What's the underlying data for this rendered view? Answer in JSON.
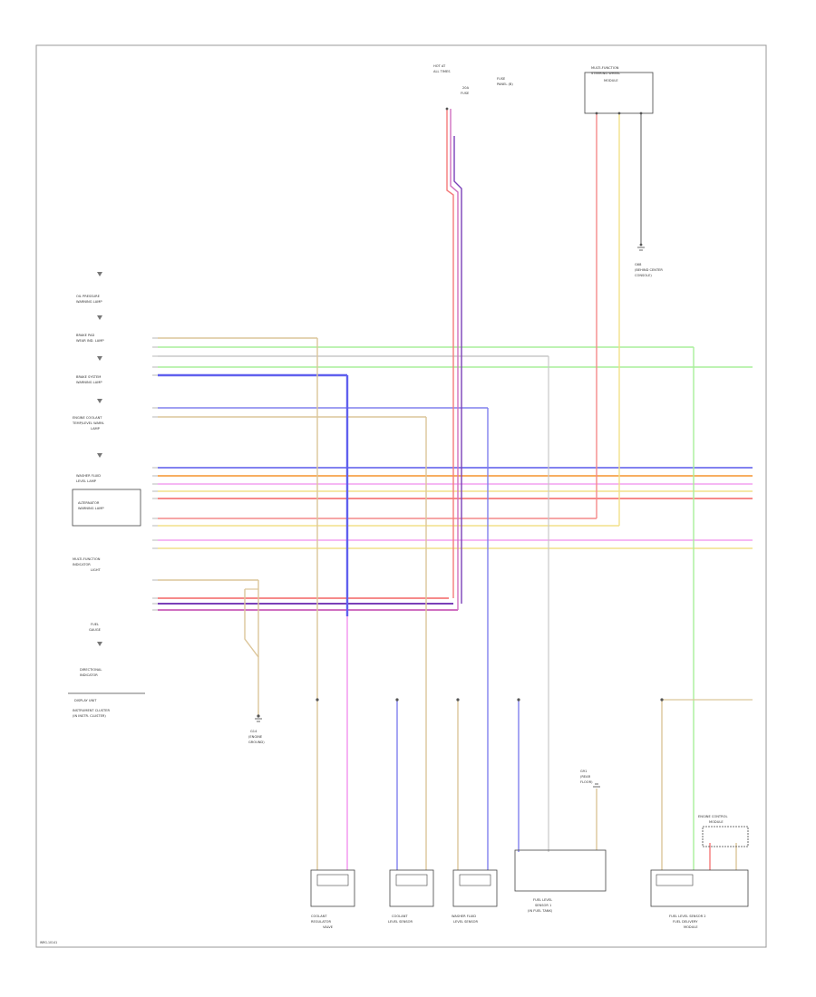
{
  "frame": {
    "page_id": "WRG-10141"
  },
  "colors": {
    "wire_yellow": "#f2e08a",
    "wire_green": "#a8ef9a",
    "wire_pink": "#f4a0f0",
    "wire_purple": "#6060ee",
    "wire_red": "#f47a7a",
    "wire_orange": "#f6a24c",
    "wire_tan": "#dcc69a",
    "wire_gray": "#c8c8c8",
    "wire_black": "#333333"
  },
  "top": {
    "fuse_label_1": "HOT AT",
    "fuse_label_2": "ALL TIMES",
    "fuse_label_3": "FUSE",
    "fuse_label_4": "20A",
    "fuse_label_5": "FUSE",
    "fuse_label_6": "PANEL (B)",
    "module_1": "MULTI-FUNCTION",
    "module_2": "STEERING WHEEL",
    "module_3": "MODULE",
    "ground_1": "G68",
    "ground_2": "(BEHIND CENTER",
    "ground_3": "CONSOLE)"
  },
  "left": {
    "label_01": "OIL PRESSURE",
    "label_02": "WARNING LAMP",
    "label_03": "BRAKE PAD",
    "label_04": "WEAR IND. LAMP",
    "label_05": "BRAKE SYSTEM",
    "label_06": "WARNING LAMP",
    "label_07": "ENGINE COOLANT",
    "label_08": "TEMP/LEVEL WARN.",
    "label_09": "LAMP",
    "label_10": "WASHER FLUID",
    "label_11": "LEVEL LAMP",
    "label_12": "ALTERNATOR",
    "label_13": "WARNING LAMP",
    "label_14": "MULTI-FUNCTION",
    "label_15": "INDICATOR",
    "label_16": "LIGHT",
    "label_17": "FUEL",
    "label_18": "GAUGE",
    "label_19": "DIRECTIONAL",
    "label_20": "INDICATOR",
    "label_21": "DISPLAY UNIT",
    "label_22": "INSTRUMENT CLUSTER",
    "label_23": "(IN INSTR. CLUSTER)"
  },
  "bottom": {
    "c1_1": "COOLANT",
    "c1_2": "REGULATOR",
    "c1_3": "VALVE",
    "c2_1": "COOLANT",
    "c2_2": "LEVEL SENSOR",
    "c3_1": "WASHER FLUID",
    "c3_2": "LEVEL SENSOR",
    "c4_1": "FUEL LEVEL",
    "c4_2": "SENSOR 1",
    "c4_3": "(IN FUEL TANK)",
    "c5_1": "FUEL LEVEL SENSOR 2",
    "c5_2": "FUEL DELIVERY",
    "c5_3": "MODULE",
    "ground_a": "G14",
    "ground_b": "(ENGINE",
    "ground_c": "GROUND)",
    "ground_d": "G91",
    "ground_e": "(REAR",
    "ground_f": "FLOOR)",
    "right_1": "ENGINE CONTROL",
    "right_2": "MODULE"
  }
}
